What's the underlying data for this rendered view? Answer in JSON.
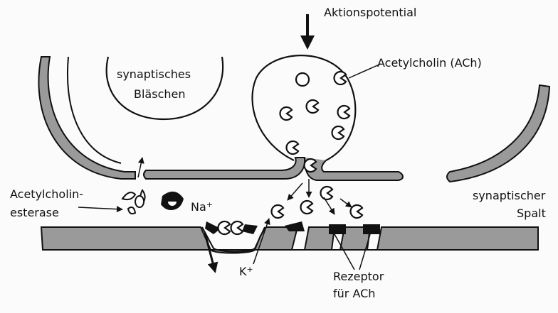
{
  "labels": {
    "aktionspotential": "Aktionspotential",
    "acetylcholin": "Acetylcholin (ACh)",
    "blaeschen_line1": "synaptisches",
    "blaeschen_line2": "Bläschen",
    "esterase_line1": "Acetylcholin-",
    "esterase_line2": "esterase",
    "na": "Na",
    "na_charge": "+",
    "k": "K",
    "k_charge": "+",
    "spalt_line1": "synaptischer",
    "spalt_line2": "Spalt",
    "rezeptor_line1": "Rezeptor",
    "rezeptor_line2": "für  ACh"
  },
  "colors": {
    "ink": "#111111",
    "membrane_fill": "#9a9a9a",
    "paper": "#fbfbfb"
  },
  "icons": {
    "ach_molecule": "pac-man-circle-icon",
    "receptor": "dark-block-icon",
    "esterase": "pac-man-enzyme-icon"
  }
}
